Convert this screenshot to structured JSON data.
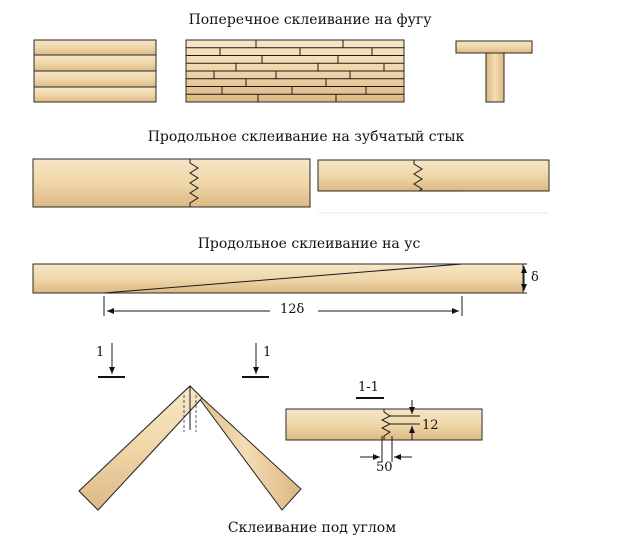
{
  "captions": {
    "cross_joint": "Поперечное склеивание на фугу",
    "finger_joint": "Продольное склеивание на зубчатый стык",
    "scarf_joint": "Продольное склеивание на ус",
    "angle_joint": "Склеивание под углом"
  },
  "labels": {
    "thickness": "δ",
    "scarf_length": "12δ",
    "section_left": "1",
    "section_right": "1",
    "section_title": "1-1",
    "tooth_height": "12",
    "tooth_length": "50"
  },
  "colors": {
    "wood_light": "#f6e4c3",
    "wood_mid": "#e9cb98",
    "wood_dark": "#d8b27a",
    "outline": "#2a2a2a"
  }
}
